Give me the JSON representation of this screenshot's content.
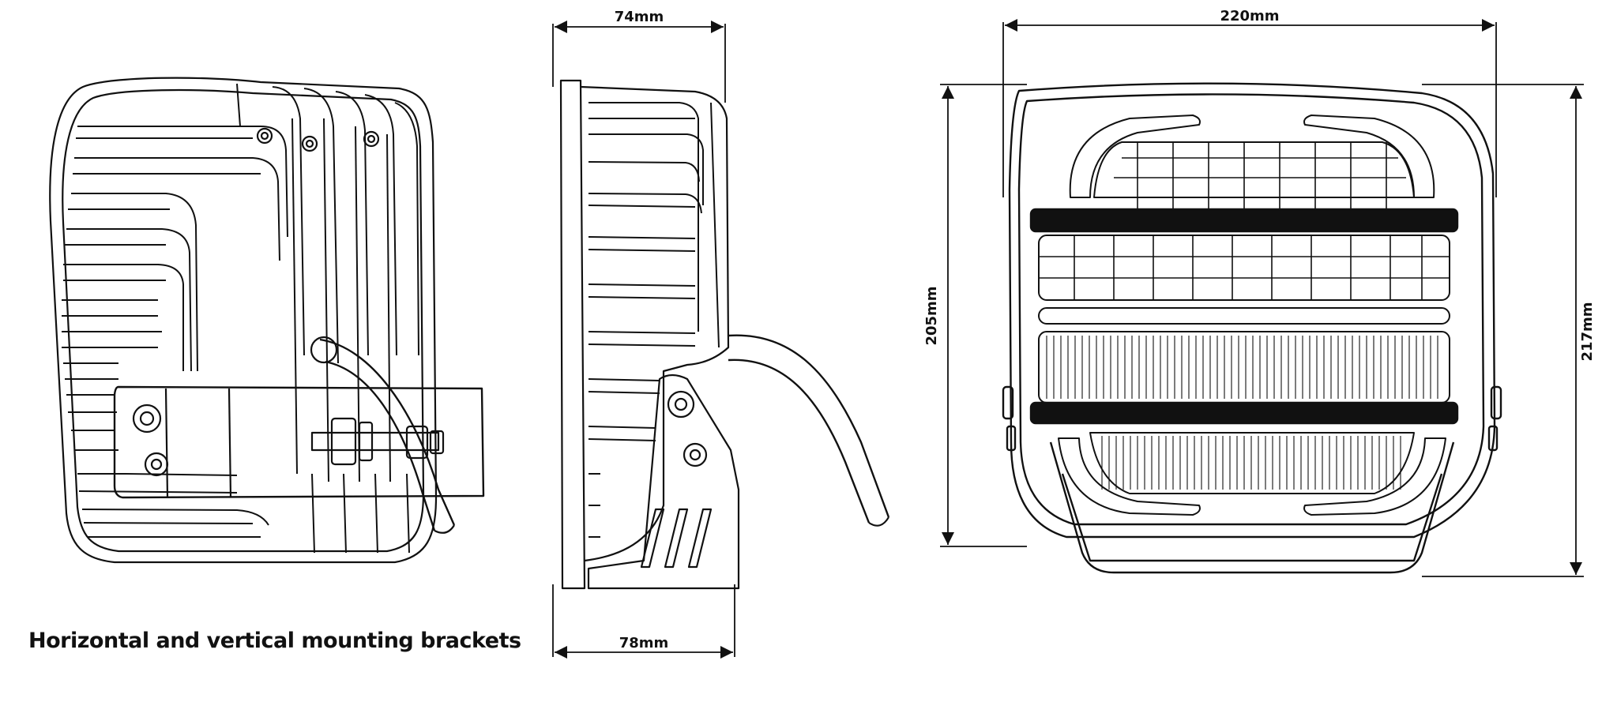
{
  "caption": "Horizontal and vertical mounting brackets",
  "dimensions": {
    "side_depth_top": "74mm",
    "side_depth_bottom": "78mm",
    "front_width": "220mm",
    "front_inner_height": "205mm",
    "front_total_height": "217mm"
  },
  "colors": {
    "line": "#111111",
    "background": "#ffffff"
  }
}
